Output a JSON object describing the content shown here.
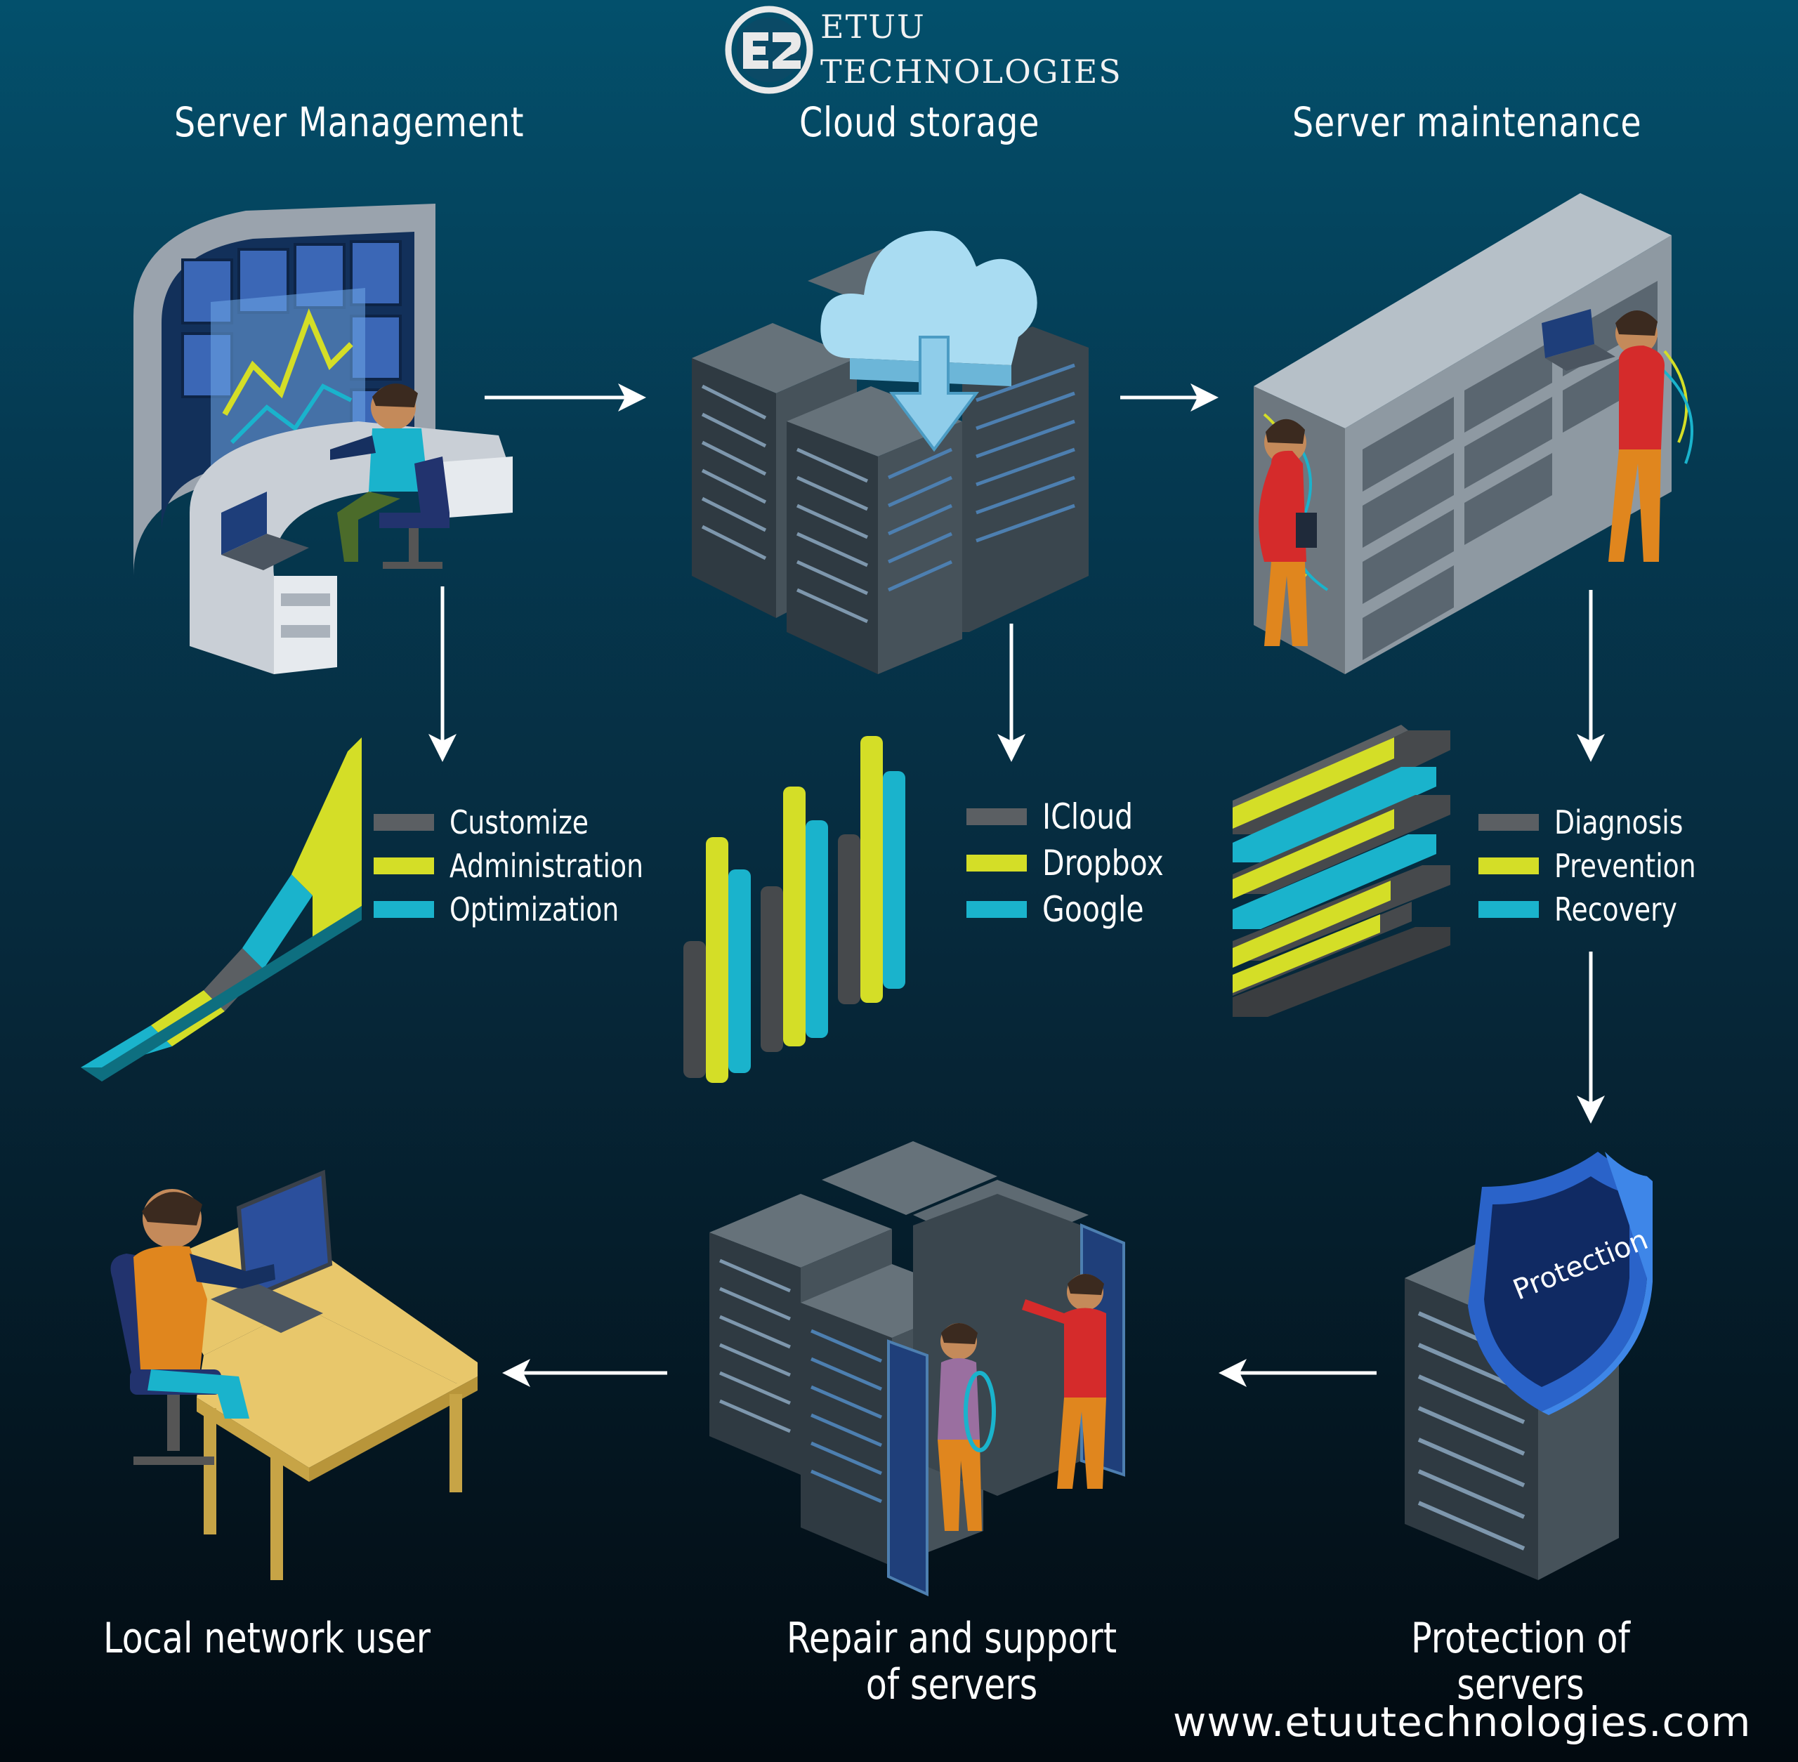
{
  "brand": {
    "name_line1": "ETUU",
    "name_line2": "TECHNOLOGIES",
    "website": "www.etuutechnologies.com"
  },
  "stages": {
    "server_management": "Server Management",
    "cloud_storage": "Cloud storage",
    "server_maintenance": "Server maintenance",
    "protection": "Protection of servers",
    "repair_line1": "Repair and support",
    "repair_line2": "of servers",
    "local_user": "Local network user"
  },
  "shield_label": "Protection",
  "legends": {
    "management": [
      "Customize",
      "Administration",
      "Optimization"
    ],
    "cloud": [
      "ICloud",
      "Dropbox",
      "Google"
    ],
    "maintenance": [
      "Diagnosis",
      "Prevention",
      "Recovery"
    ]
  },
  "colors": {
    "gray": "#5b5f63",
    "yellow": "#d4de27",
    "cyan": "#1ab3cc",
    "shield": "#2a63c9"
  }
}
